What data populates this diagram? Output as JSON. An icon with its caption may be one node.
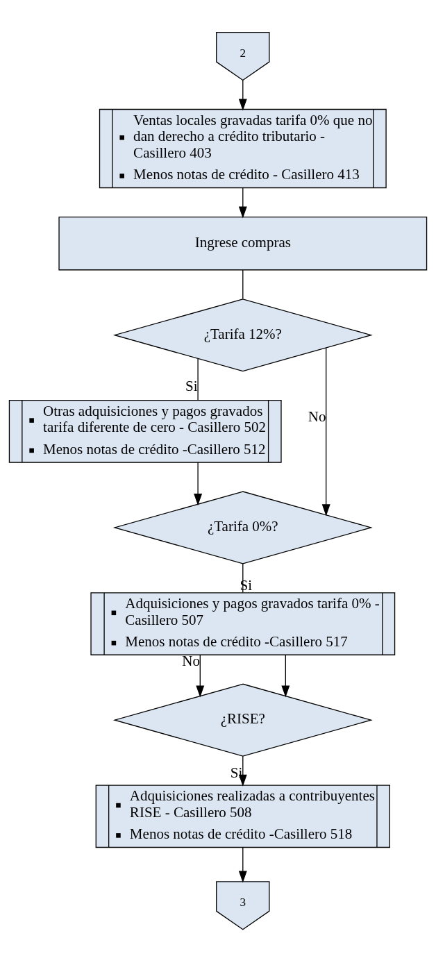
{
  "diagram": {
    "nodes": [
      {
        "text": [
          "2"
        ]
      },
      {
        "text": [
          "Ventas locales gravadas tarifa 0% que no dan derecho a crédito tributario - Casillero 403",
          "Menos notas de crédito - Casillero 413"
        ]
      },
      {
        "text": [
          "Ingrese compras"
        ]
      },
      {
        "text": [
          "¿Tarifa 12%?"
        ]
      },
      {
        "text": [
          "Otras adquisiciones y pagos gravados tarifa diferente de cero - Casillero 502",
          "Menos notas de crédito -Casillero 512"
        ]
      },
      {
        "text": [
          "¿Tarifa 0%?"
        ]
      },
      {
        "text": [
          "Adquisiciones y pagos gravados tarifa 0% - Casillero 507",
          "Menos notas de crédito -Casillero 517"
        ]
      },
      {
        "text": [
          "¿RISE?"
        ]
      },
      {
        "text": [
          "Adquisiciones realizadas a contribuyentes RISE - Casillero 508",
          "Menos notas de crédito -Casillero 518"
        ]
      },
      {
        "text": [
          "3"
        ]
      }
    ],
    "edges": [
      {
        "from": 0,
        "to": 1,
        "arrow": "to"
      },
      {
        "from": 1,
        "to": 2,
        "arrow": "to"
      },
      {
        "from": 2,
        "to": 3,
        "arrow": "none"
      },
      {
        "from": 3,
        "to": 4,
        "arrow": "none",
        "label": "Si"
      },
      {
        "from": 3,
        "to": 5,
        "arrow": "to",
        "label": "No"
      },
      {
        "from": 4,
        "to": 5,
        "arrow": "to"
      },
      {
        "from": 5,
        "to": 6,
        "arrow": "none",
        "label": "Si"
      },
      {
        "from": 6,
        "to": 7,
        "arrow": "to",
        "label": "No"
      },
      {
        "from": 6,
        "to": 7,
        "arrow": "to"
      },
      {
        "from": 7,
        "to": 8,
        "arrow": "to",
        "label": "Si"
      },
      {
        "from": 8,
        "to": 9,
        "arrow": "to"
      }
    ]
  }
}
